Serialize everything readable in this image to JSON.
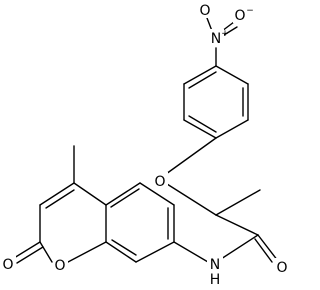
{
  "molecule": {
    "atom_labels": {
      "n_nitro": "N",
      "o_nitro_top": "O",
      "o_nitro_right": "O",
      "o_ether": "O",
      "o_carbonyl_amide": "O",
      "n_amide": "N",
      "h_amide": "H",
      "o_ring": "O",
      "o_carbonyl_lactone": "O"
    },
    "charges": {
      "nitro_n": "+",
      "nitro_o": "−"
    },
    "colors": {
      "bond": "#000000",
      "text": "#000000",
      "background": "#ffffff"
    }
  }
}
